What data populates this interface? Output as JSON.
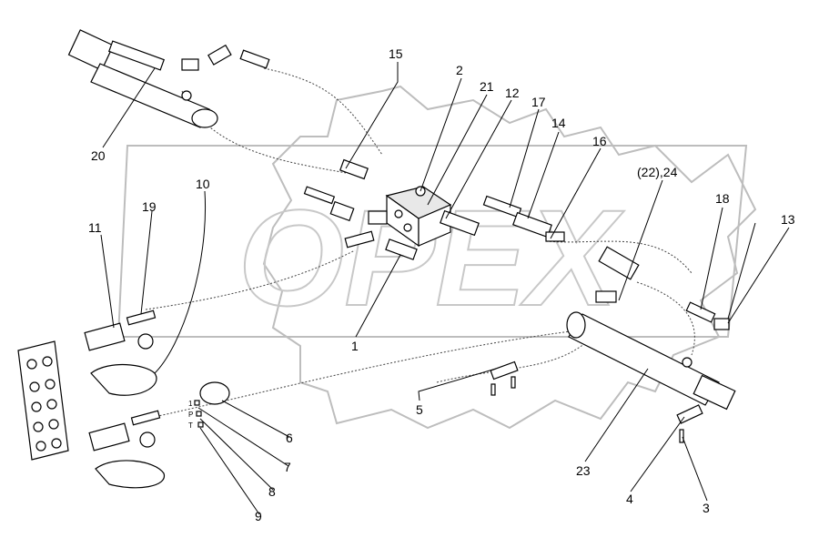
{
  "watermark": "OPEX",
  "corner_mark": "",
  "callouts": {
    "c1": "1",
    "c2": "2",
    "c3": "3",
    "c4": "4",
    "c5": "5",
    "c6": "6",
    "c7": "7",
    "c8": "8",
    "c9": "9",
    "c10": "10",
    "c11": "11",
    "c12": "12",
    "c13": "13",
    "c14": "14",
    "c15": "15",
    "c16": "16",
    "c17": "17",
    "c18": "18",
    "c19": "19",
    "c20": "20",
    "c21": "21",
    "c22_24": "(22),24",
    "c23": "23"
  },
  "plate_marks": {
    "one": "1",
    "p": "P",
    "t": "T"
  }
}
